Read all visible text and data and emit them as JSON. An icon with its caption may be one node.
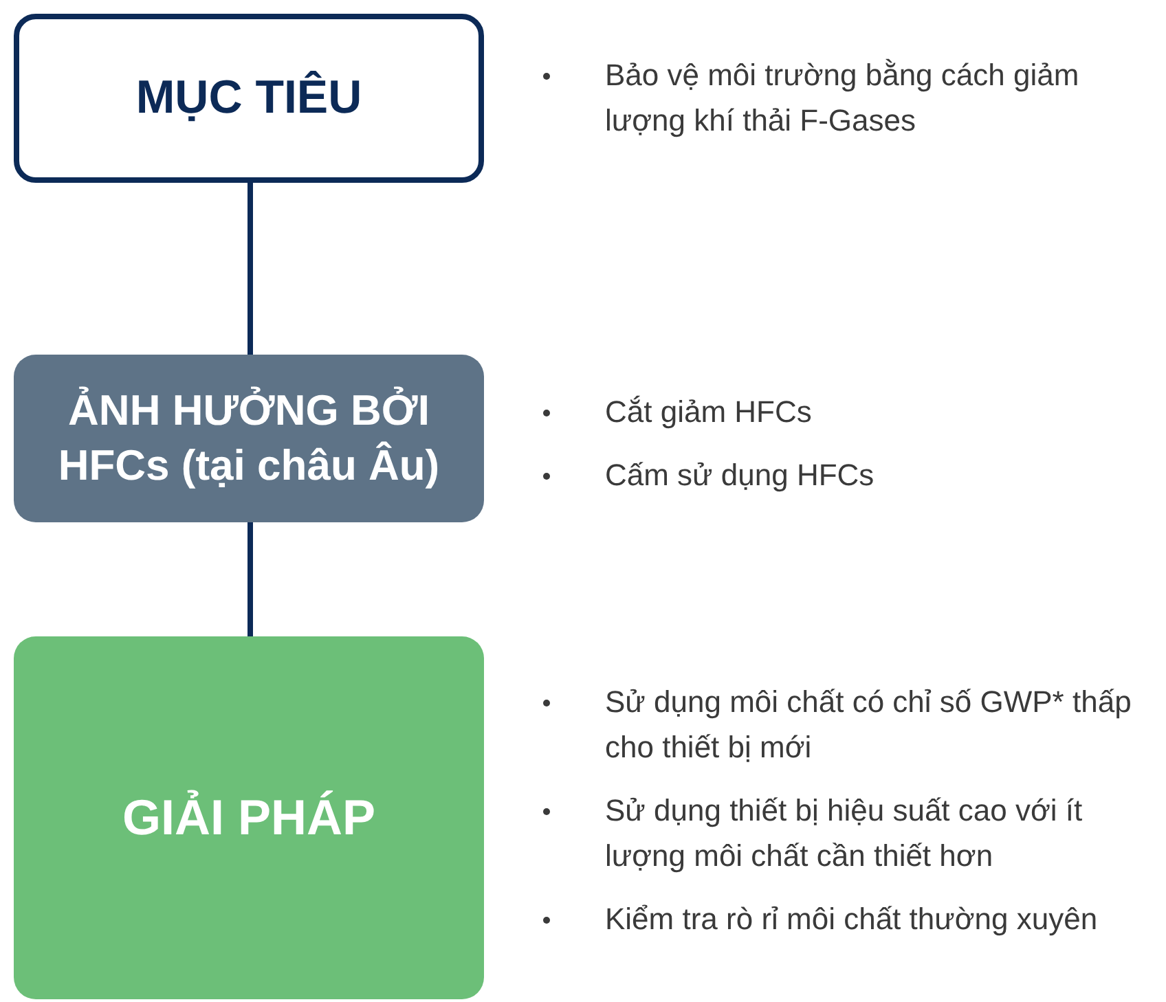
{
  "diagram": {
    "nodes": [
      {
        "text": [
          "MỤC TIÊU"
        ]
      },
      {
        "text": [
          "ẢNH HƯỞNG BỞI HFCs (tại châu Âu)"
        ]
      },
      {
        "text": [
          "GIẢI PHÁP"
        ]
      }
    ],
    "edges": [
      {
        "from": 0,
        "to": 1,
        "arrow": "none"
      },
      {
        "from": 1,
        "to": 2,
        "arrow": "none"
      }
    ],
    "labels": [
      "Bảo vệ môi trường bằng cách giảm lượng khí thải F-Gases",
      "Cắt giảm HFCs",
      "Cấm sử dụng HFCs",
      "Sử dụng môi chất có chỉ số GWP* thấp cho thiết bị mới",
      "Sử dụng thiết bị hiệu suất cao với ít lượng môi chất cần thiết hơn",
      "Kiểm tra rò rỉ môi chất thường xuyên"
    ]
  }
}
